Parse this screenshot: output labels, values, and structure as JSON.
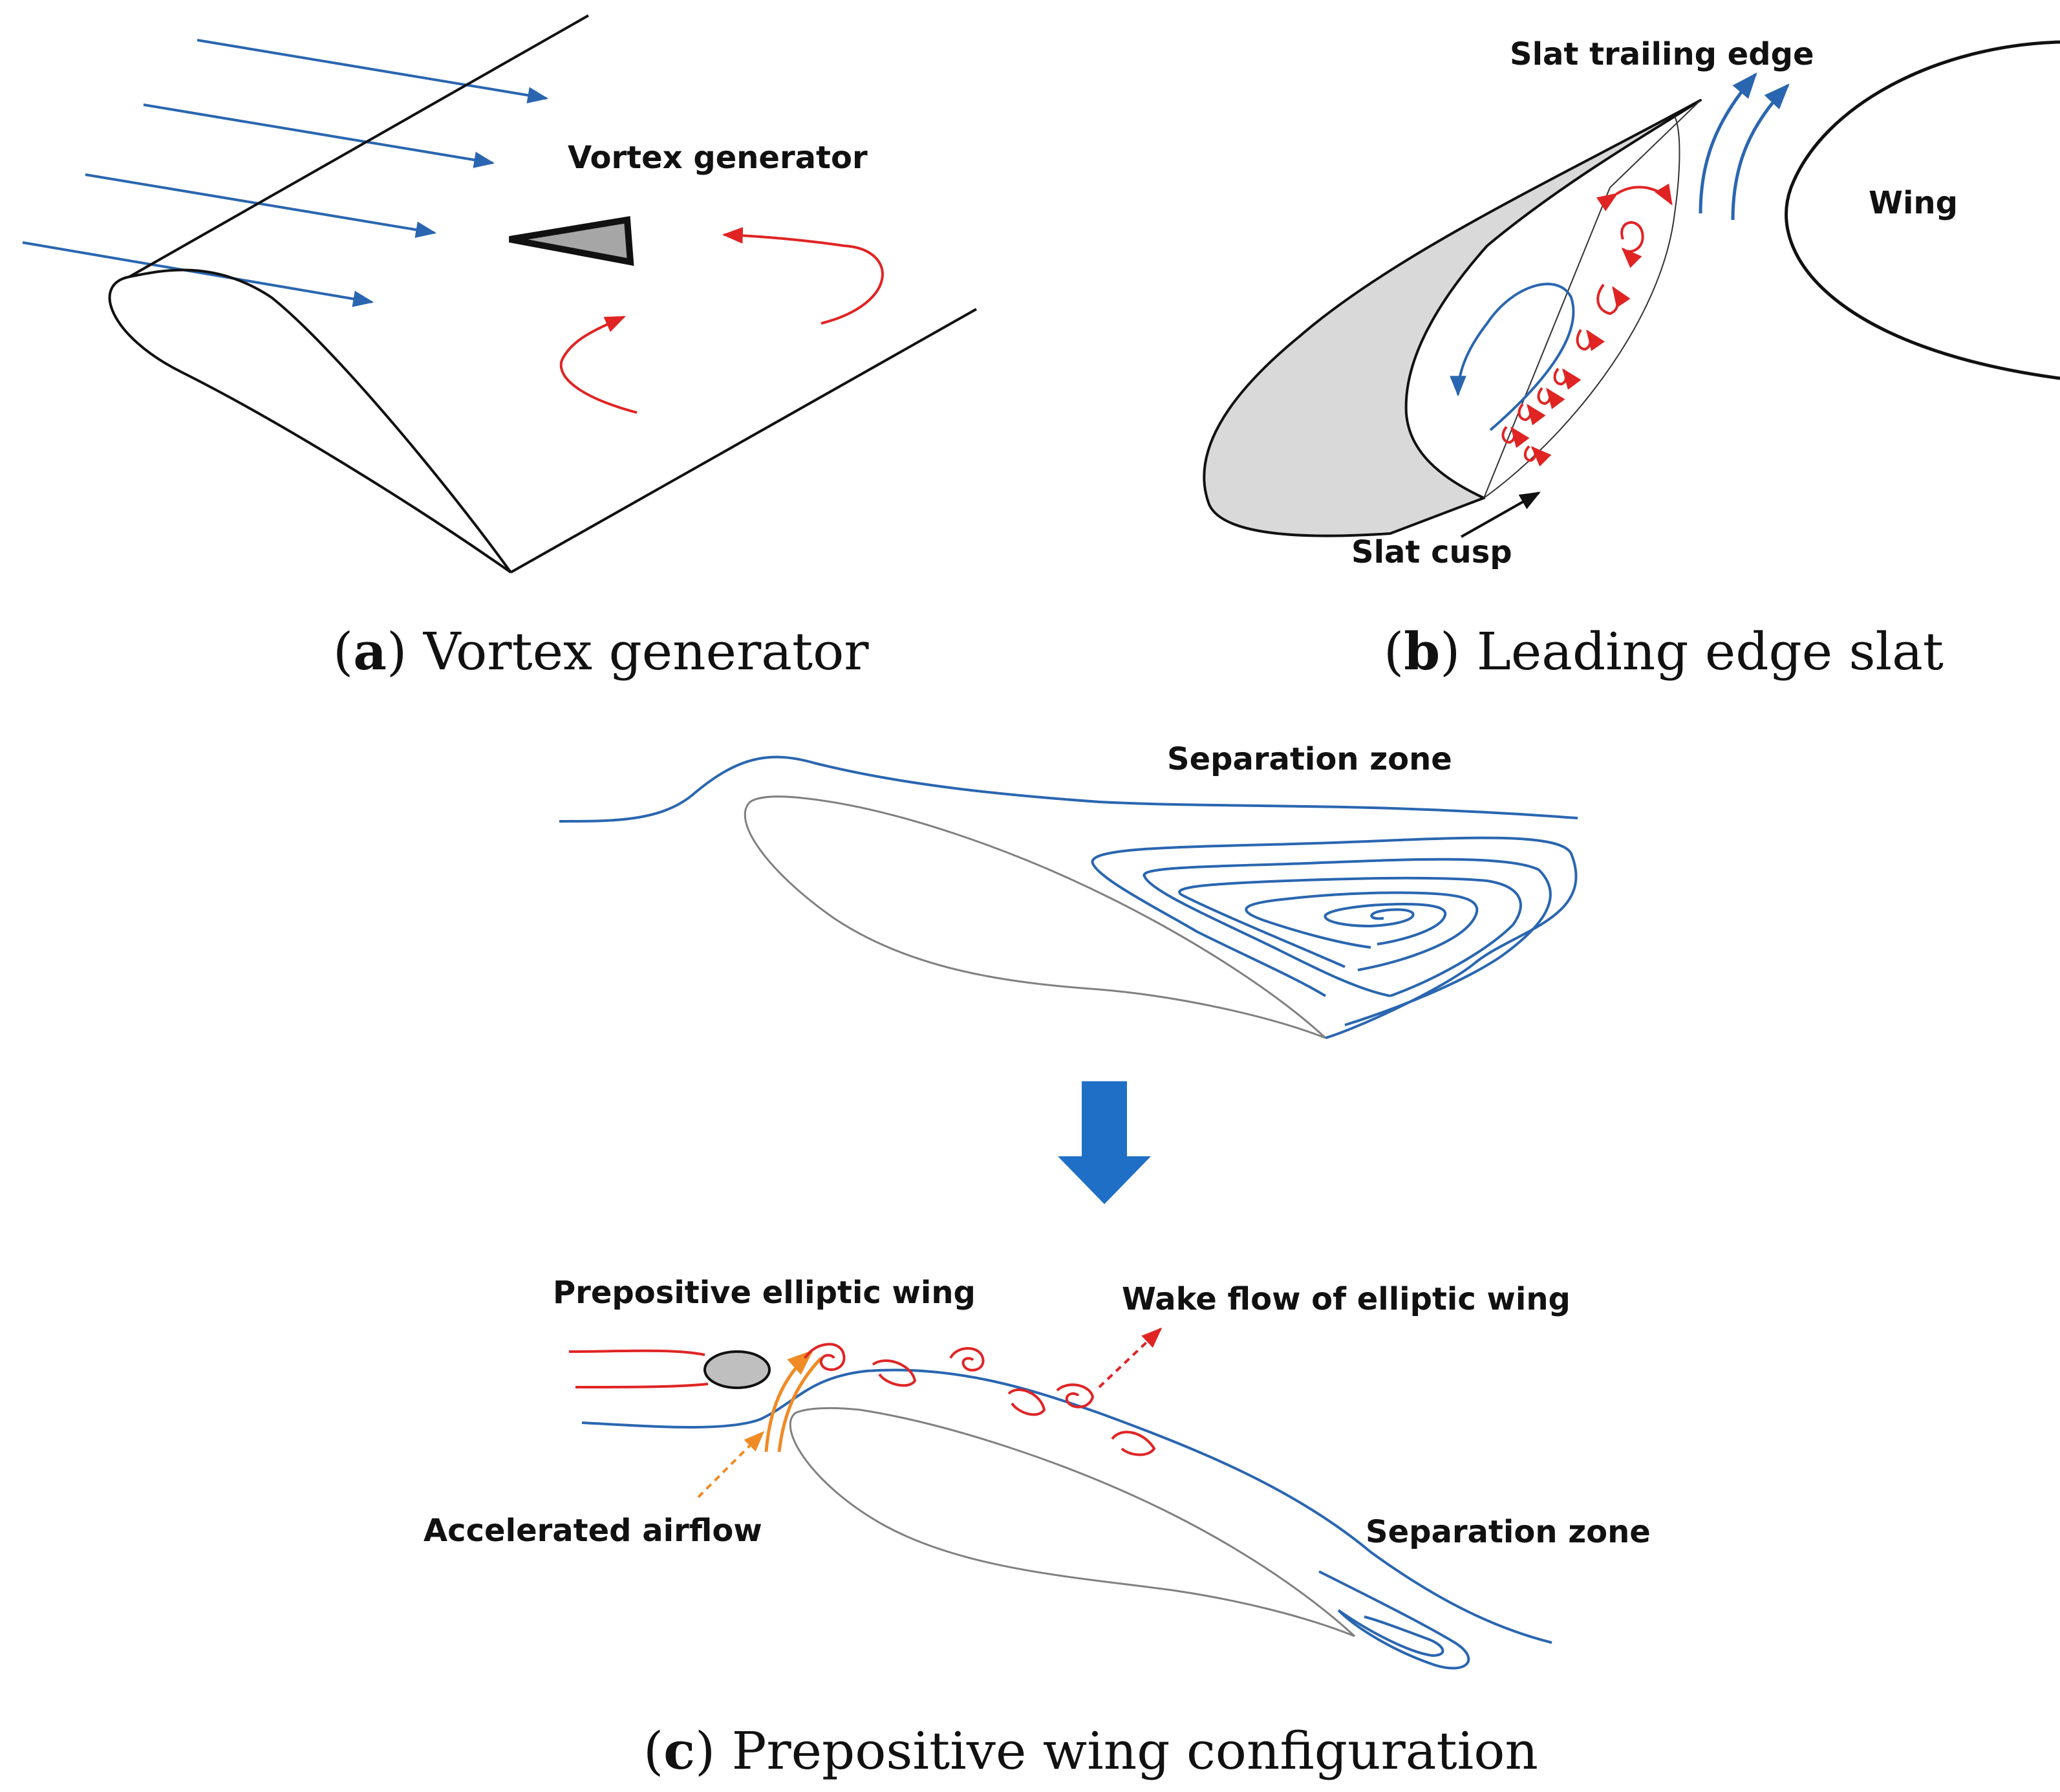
{
  "panels": {
    "a": {
      "label_vortex_generator": "Vortex generator",
      "caption_letter": "a",
      "caption_text": "Vortex generator"
    },
    "b": {
      "label_slat_trailing_edge": "Slat trailing edge",
      "label_wing": "Wing",
      "label_slat_cusp": "Slat cusp",
      "caption_letter": "b",
      "caption_text": "Leading edge slat"
    },
    "c": {
      "label_separation_zone_top": "Separation zone",
      "label_prepositive_elliptic_wing": "Prepositive elliptic wing",
      "label_wake_flow": "Wake flow of elliptic wing",
      "label_accelerated_airflow": "Accelerated airflow",
      "label_separation_zone_bottom": "Separation zone",
      "caption_letter": "c",
      "caption_text": "Prepositive wing configuration"
    }
  },
  "colors": {
    "streamline_blue": "#2a66b0",
    "vortex_red": "#e02424",
    "accelerated_orange": "#f08a24",
    "big_arrow_blue": "#1f6fc6",
    "slat_fill": "#d9d9d9",
    "generator_fill": "#a6a6a6"
  }
}
